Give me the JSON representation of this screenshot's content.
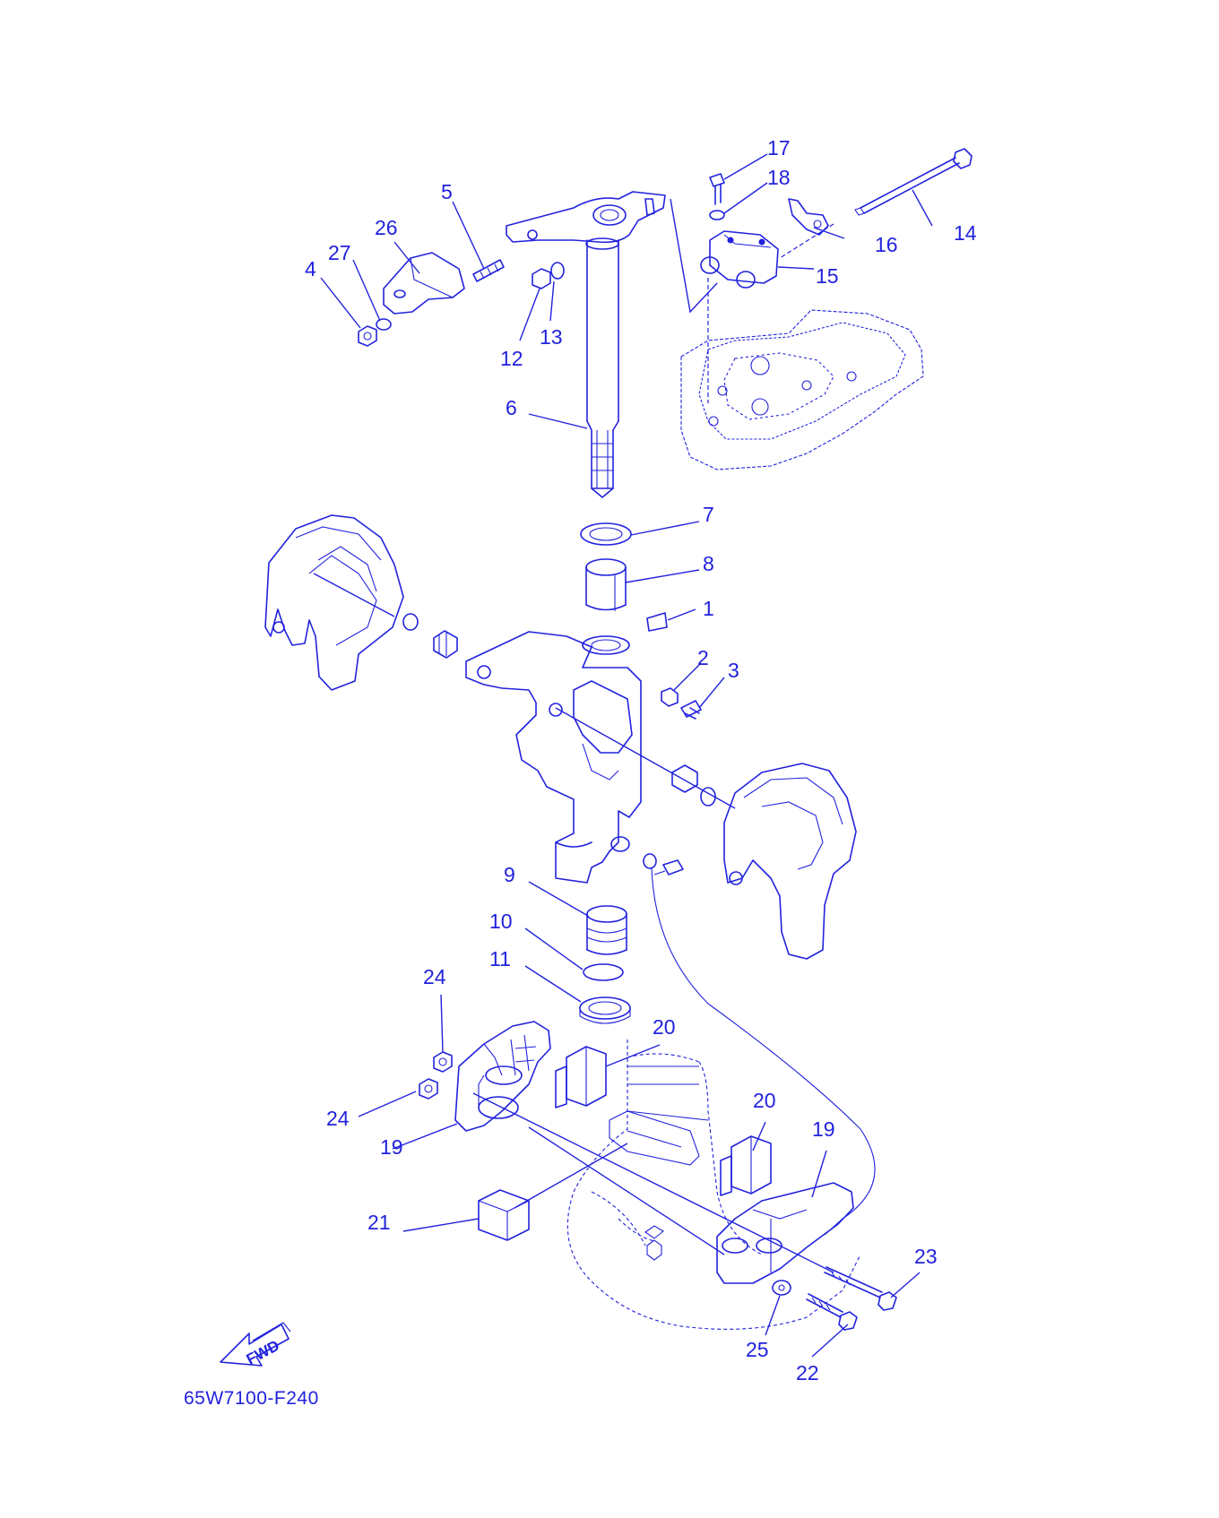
{
  "colors": {
    "ink": "#2222dd",
    "background": "#ffffff"
  },
  "diagram": {
    "drawing_number": "65W7100-F240",
    "direction_marker": "FWD",
    "callouts": {
      "c1": "1",
      "c2": "2",
      "c3": "3",
      "c4": "4",
      "c5": "5",
      "c6": "6",
      "c7": "7",
      "c8": "8",
      "c9": "9",
      "c10": "10",
      "c11": "11",
      "c12": "12",
      "c13": "13",
      "c14": "14",
      "c15": "15",
      "c16": "16",
      "c17": "17",
      "c18": "18",
      "c19a": "19",
      "c19b": "19",
      "c20a": "20",
      "c20b": "20",
      "c21": "21",
      "c22": "22",
      "c23": "23",
      "c24a": "24",
      "c24b": "24",
      "c25": "25",
      "c26": "26",
      "c27": "27"
    }
  }
}
